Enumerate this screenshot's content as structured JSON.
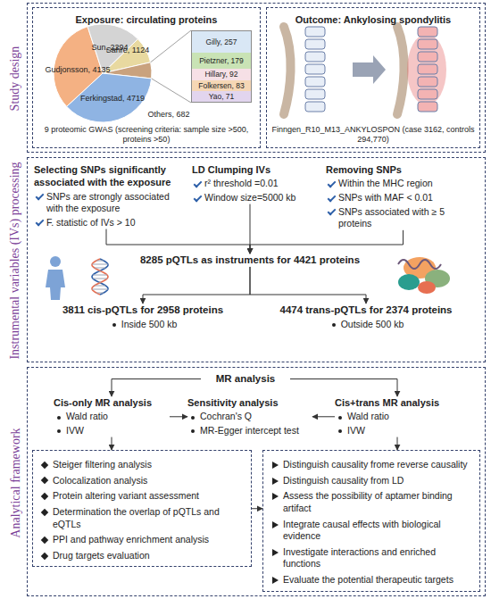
{
  "diagram": {
    "nodes": [
      {
        "text": [
          "Study design"
        ]
      },
      {
        "text": [
          "Exposure: circulating proteins",
          "Sun, 2294",
          "Sahre, 1124",
          "Gudjonsson, 4135",
          "Ferkingstad, 4719",
          "Others, 682",
          "9 proteomic GWAS (screening criteria: sample size >500, proteins >50)"
        ],
        "in": 0
      },
      {
        "text": [
          "Gilly, 257",
          "Pietzner, 179",
          "Hillary, 92",
          "Folkersen, 83",
          "Yao, 71"
        ],
        "in": 1
      },
      {
        "text": [
          "Outcome: Ankylosing spondylitis",
          "Finngen_R10_M13_ANKYLOSPON (case 3162, controls 294,770)"
        ],
        "in": 0
      },
      {
        "text": [
          "Instrumental variables (IVs) processing"
        ]
      },
      {
        "text": [
          "Selecting SNPs significantly associated with the exposure",
          "SNPs are strongly associated with the exposure",
          "F. statistic of IVs > 10"
        ],
        "in": 4
      },
      {
        "text": [
          "LD Clumping IVs",
          "r² threshold =0.01",
          "Window size=5000 kb"
        ],
        "in": 4
      },
      {
        "text": [
          "Removing SNPs",
          "Within the MHC region",
          "SNPs with MAF < 0.01",
          "SNPs associated with ≥ 5 proteins"
        ],
        "in": 4
      },
      {
        "text": [
          "8285 pQTLs as instruments for 4421 proteins"
        ],
        "in": 4
      },
      {
        "text": [
          "3811 cis-pQTLs for 2958 proteins",
          "Inside 500 kb"
        ],
        "in": 4
      },
      {
        "text": [
          "4474 trans-pQTLs for 2374 proteins",
          "Outside 500 kb"
        ],
        "in": 4
      },
      {
        "text": [
          "Analytical framework"
        ]
      },
      {
        "text": [
          "MR analysis"
        ],
        "in": 11
      },
      {
        "text": [
          "Cis-only MR analysis",
          "Wald ratio",
          "IVW"
        ],
        "in": 11
      },
      {
        "text": [
          "Sensitivity analysis",
          "Cochran's Q",
          "MR-Egger intercept test"
        ],
        "in": 11
      },
      {
        "text": [
          "Cis+trans MR analysis",
          "Wald ratio",
          "IVW"
        ],
        "in": 11
      },
      {
        "text": [
          "Steiger filtering analysis",
          "Colocalization analysis",
          "Protein altering variant assessment",
          "Determination the overlap of pQTLs and eQTLs",
          "PPI and pathway enrichment analysis",
          "Drug targets evaluation"
        ],
        "in": 11
      },
      {
        "text": [
          "Distinguish causality frome reverse causality",
          "Distinguish causality from LD",
          "Assess the possibility of aptamer binding artifact",
          "Integrate causal effects with biological evidence",
          "Investigate interactions and enriched functions",
          "Evaluate the potential therapeutic targets"
        ],
        "in": 11
      }
    ],
    "edges": [
      {
        "from": 5,
        "to": 8,
        "arrow": "to"
      },
      {
        "from": 6,
        "to": 8,
        "arrow": "to"
      },
      {
        "from": 7,
        "to": 8,
        "arrow": "to"
      },
      {
        "from": 8,
        "to": 9,
        "arrow": "to"
      },
      {
        "from": 8,
        "to": 10,
        "arrow": "to"
      },
      {
        "from": 12,
        "to": 13,
        "arrow": "to"
      },
      {
        "from": 12,
        "to": 15,
        "arrow": "to"
      },
      {
        "from": 13,
        "to": 14,
        "arrow": "to"
      },
      {
        "from": 15,
        "to": 14,
        "arrow": "to"
      },
      {
        "from": 13,
        "to": 16,
        "arrow": "to"
      },
      {
        "from": 15,
        "to": 17,
        "arrow": "to"
      },
      {
        "from": 16,
        "to": 17,
        "arrow": "to"
      }
    ]
  }
}
